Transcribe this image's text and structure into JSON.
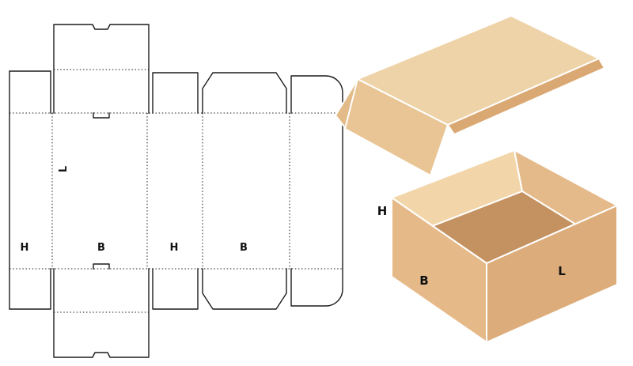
{
  "page": {
    "background": "#ffffff"
  },
  "colors": {
    "line": "#1c1c1c",
    "lid_top": "#EFD3A8",
    "lid_lip": "#E9C595",
    "lid_dust": "#E3BB88",
    "lid_edge": "#D9A873",
    "inner_back_left": "#F2D6AA",
    "inner_back_right": "#E5BA8A",
    "inner_bottom": "#C49161",
    "inner_front_left": "#CD9A65",
    "inner_front_right": "#D2A06B",
    "face_front_left": "#E5B988",
    "face_front_right": "#DCAC7B",
    "edge_highlight": "#ffffff"
  },
  "dieline": {
    "description": "Flat die-cut template of tuck-lid box with cut lines (solid) and crease lines (dotted)",
    "labels": [
      {
        "id": "length-panel",
        "text": "L"
      },
      {
        "id": "height-panel-left",
        "text": "H"
      },
      {
        "id": "breadth-panel-left",
        "text": "B"
      },
      {
        "id": "height-panel-right",
        "text": "H"
      },
      {
        "id": "breadth-panel-right",
        "text": "B"
      }
    ]
  },
  "box3d": {
    "description": "Open cardboard mailer box illustration",
    "labels": [
      {
        "id": "height",
        "text": "H"
      },
      {
        "id": "breadth",
        "text": "B"
      },
      {
        "id": "length",
        "text": "L"
      }
    ]
  }
}
